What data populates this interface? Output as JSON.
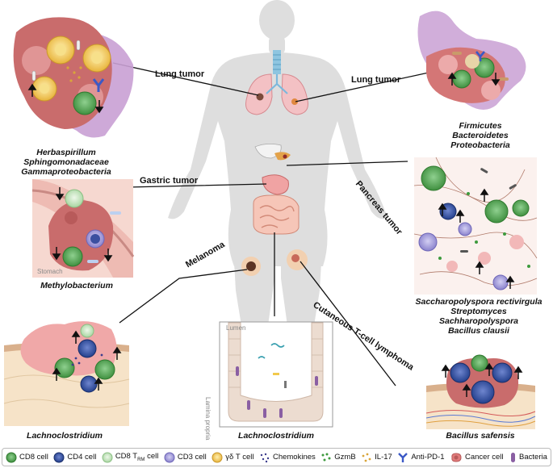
{
  "tumors": {
    "lung_left": "Lung tumor",
    "lung_right": "Lung tumor",
    "gastric": "Gastric tumor",
    "pancreas": "Pancreas tumor",
    "melanoma": "Melanoma",
    "ctcl": "Cutaneous T-cell lymphoma"
  },
  "bacteria": {
    "lung_left": [
      "Herbaspirillum",
      "Sphingomonadaceae",
      "Gammaproteobacteria"
    ],
    "lung_right": [
      "Firmicutes",
      "Bacteroidetes",
      "Proteobacteria"
    ],
    "gastric": [
      "Methylobacterium"
    ],
    "pancreas": [
      "Saccharopolyspora rectivirgula",
      "Streptomyces",
      "Sachharopolyspora",
      "Bacillus clausii"
    ],
    "melanoma": [
      "Lachnoclostridium"
    ],
    "intestine": [
      "Lachnoclostridium"
    ],
    "ctcl": [
      "Bacillus safensis"
    ]
  },
  "panel_labels": {
    "stomach": "Stomach",
    "lumen": "Lumen",
    "lamina_propria": "Lamina propria"
  },
  "legend": {
    "cd8": "CD8 cell",
    "cd4": "CD4 cell",
    "cd8trm_pre": "CD8 T",
    "cd8trm_sub": "RM",
    "cd8trm_post": " cell",
    "cd3": "CD3 cell",
    "gdt": "γδ T cell",
    "chemokines": "Chemokines",
    "gzmb": "GzmB",
    "il17": "IL-17",
    "antipd1": "Anti-PD-1",
    "cancer": "Cancer cell",
    "bacteria": "Bacteria"
  },
  "colors": {
    "cd8": "#5aa65a",
    "cd4": "#2f4f9e",
    "cd8trm": "#c5e6c0",
    "cd3": "#a9a2dc",
    "gdt": "#f2c94c",
    "cancer": "#e07b7b",
    "tumor_mass": "#c86a6a",
    "stroma": "#c9a0d4",
    "silhouette": "#dcdcdc",
    "bacteria": "#8a5fa3"
  }
}
